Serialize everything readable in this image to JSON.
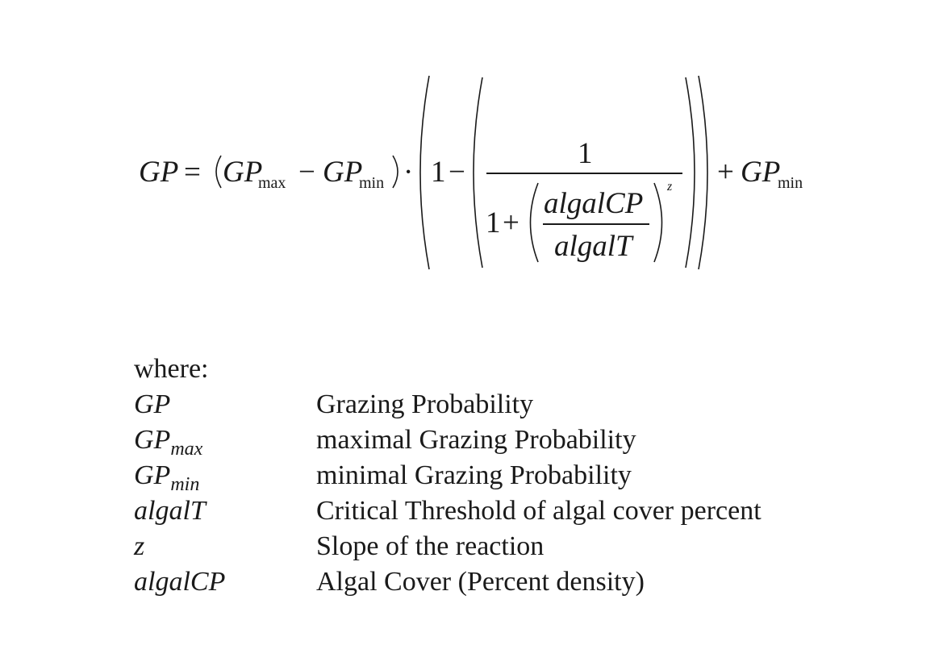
{
  "equation": {
    "lhs_var": "GP",
    "equals": "=",
    "gp1": "GP",
    "sub_max": "max",
    "minus1": "−",
    "gp2": "GP",
    "sub_min1": "min",
    "dot": "·",
    "one_outer": "1",
    "minus2": "−",
    "numerator": "1",
    "one_denom": "1",
    "plus_denom": "+",
    "inner_num": "algalCP",
    "inner_den": "algalT",
    "exponent": "z",
    "plus_end": "+",
    "gp3": "GP",
    "sub_min2": "min"
  },
  "legend": {
    "heading": "where:",
    "rows": [
      {
        "symbol": "GP",
        "sub": "",
        "desc": "Grazing Probability"
      },
      {
        "symbol": "GP",
        "sub": "max",
        "desc": "maximal Grazing Probability"
      },
      {
        "symbol": "GP",
        "sub": "min",
        "desc": "minimal Grazing Probability"
      },
      {
        "symbol": "algalT",
        "sub": "",
        "desc": "Critical Threshold of algal cover percent"
      },
      {
        "symbol": "z",
        "sub": "",
        "desc": "Slope of the reaction"
      },
      {
        "symbol": "algalCP",
        "sub": "",
        "desc": "Algal Cover (Percent density)"
      }
    ]
  }
}
